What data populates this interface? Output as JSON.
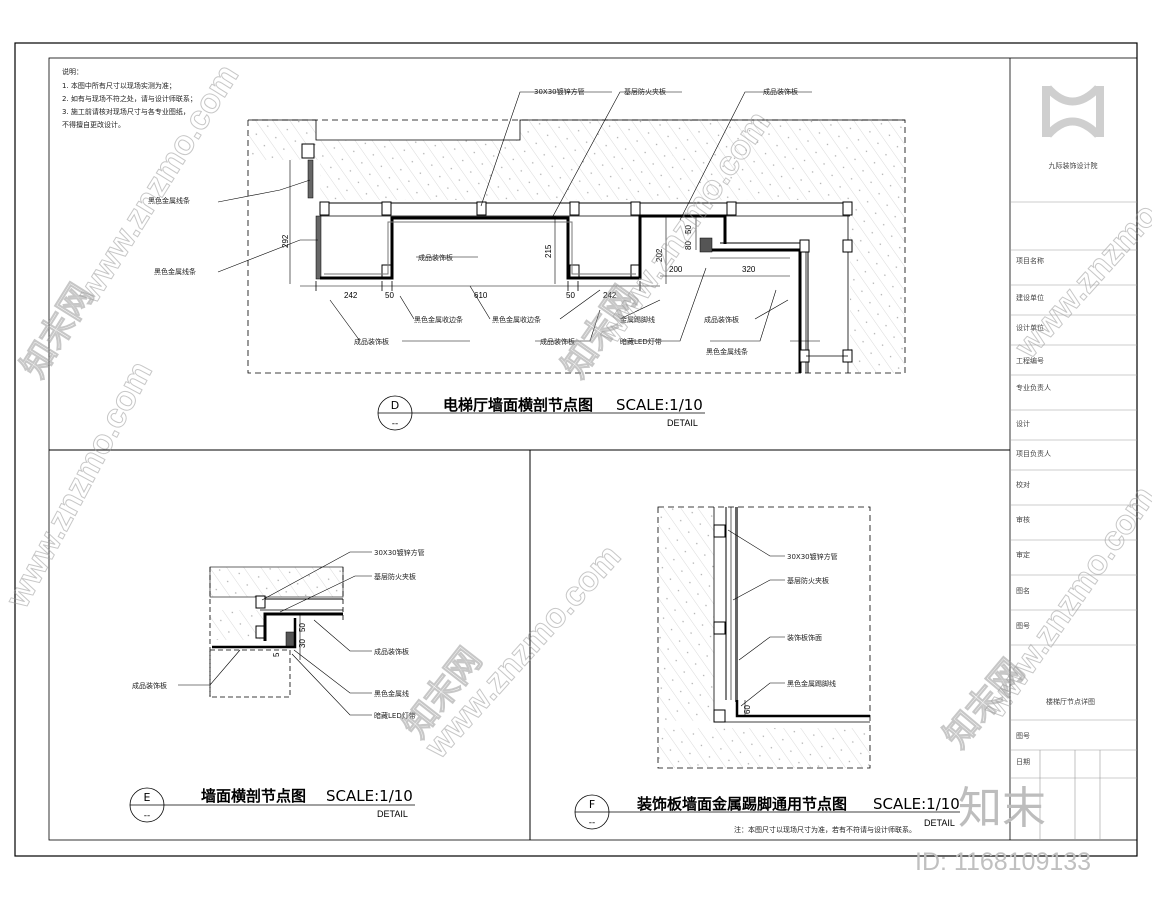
{
  "notes": {
    "heading": "说明：",
    "lines": [
      "1. 本图中所有尺寸以现场实测为准；",
      "2. 如有与现场不符之处，请与设计师联系；",
      "3. 施工前请核对现场尺寸与各专业图纸，",
      "   不得擅自更改设计。"
    ]
  },
  "detail_d": {
    "marker_letter": "D",
    "marker_sub": "--",
    "title": "电梯厅墙面横剖节点图",
    "scale": "SCALE:1/10",
    "detail_word": "DETAIL",
    "dims_bottom": [
      "242",
      "50",
      "610",
      "50",
      "242"
    ],
    "dims_right": [
      "200",
      "320"
    ],
    "dims_vertical": [
      "292",
      "215",
      "202",
      "80",
      "50"
    ],
    "callouts": [
      "30X30镀锌方管",
      "基层防火夹板",
      "成品装饰板",
      "黑色金属线条",
      "黑色金属线条",
      "成品装饰板",
      "黑色金属收边条",
      "黑色金属收边条",
      "成品装饰板",
      "金属踢脚线",
      "暗藏LED灯带",
      "成品装饰板",
      "成品装饰板",
      "黑色金属线条"
    ]
  },
  "detail_e": {
    "marker_letter": "E",
    "marker_sub": "--",
    "title": "墙面横剖节点图",
    "scale": "SCALE:1/10",
    "detail_word": "DETAIL",
    "dims": [
      "50",
      "30",
      "5"
    ],
    "callouts": [
      "30X30镀锌方管",
      "基层防火夹板",
      "成品装饰板",
      "黑色金属线",
      "暗藏LED灯带",
      "成品装饰板"
    ]
  },
  "detail_f": {
    "marker_letter": "F",
    "marker_sub": "--",
    "title": "装饰板墙面金属踢脚通用节点图",
    "scale": "SCALE:1/10",
    "detail_word": "DETAIL",
    "dims": [
      "60"
    ],
    "callouts": [
      "30X30镀锌方管",
      "基层防火夹板",
      "装饰板饰面",
      "黑色金属踢脚线"
    ],
    "footnote": "注：本图尺寸以现场尺寸为准，若有不符请与设计师联系。"
  },
  "title_block": {
    "company": "九际装饰设计院",
    "rows": [
      "项目名称",
      "建设单位",
      "设计单位",
      "工程编号",
      "专业负责人",
      "设计",
      "项目负责人",
      "校对",
      "审核",
      "审定",
      "图名",
      "图号",
      "日期"
    ],
    "drawing_name": "楼梯厅节点详图",
    "sheet_no": "图号"
  },
  "watermarks": {
    "site": "www.znzmo.com",
    "brand_cn": "知末网",
    "brand_big": "知末",
    "id_label": "ID: 1168109133"
  }
}
